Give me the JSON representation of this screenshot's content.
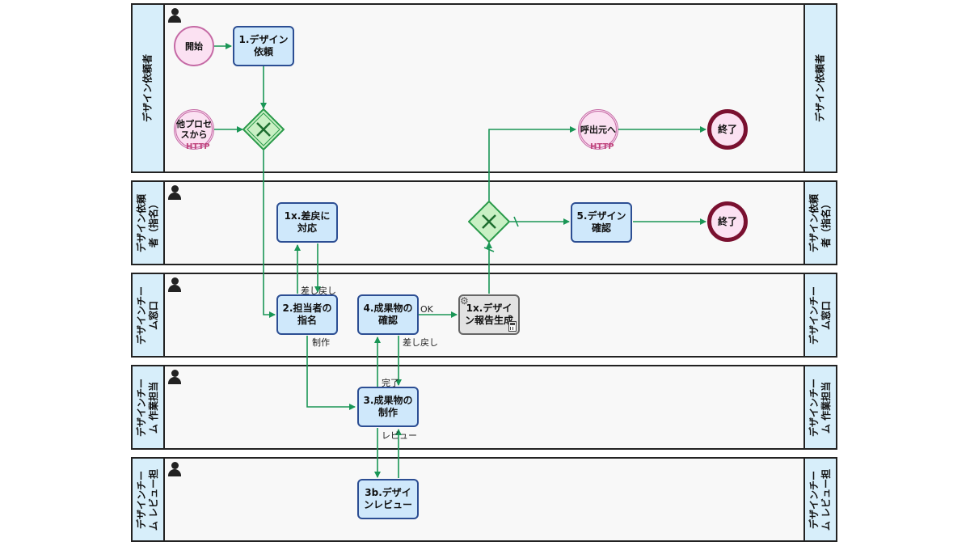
{
  "lanes": [
    {
      "name": "デザイン依頼者"
    },
    {
      "name": "デザイン依頼者（指名）"
    },
    {
      "name": "デザインチーム窓口"
    },
    {
      "name": "デザインチーム 作業担当"
    },
    {
      "name": "デザインチーム レビュー担"
    }
  ],
  "nodes": {
    "start": "開始",
    "task1": "1.デザイン依頼",
    "msg_in": "他プロセスから",
    "msg_in_tag": "HTTP",
    "msg_out": "呼出元へ",
    "msg_out_tag": "HTTP",
    "end1": "終了",
    "task1x": "1x.差戻に対応",
    "task5": "5.デザイン確認",
    "end2": "終了",
    "task2": "2.担当者の指名",
    "task4": "4.成果物の確認",
    "auto1x": "1x.デザイン報告生成",
    "task3": "3.成果物の制作",
    "task3b": "3b.デザインレビュー"
  },
  "flow_labels": {
    "sendback1": "差し戻し",
    "produce": "制作",
    "ok": "OK",
    "sendback2": "差し戻し",
    "done": "完了",
    "review": "レビュー"
  },
  "colors": {
    "lane_head": "#d7eefa",
    "task_fill": "#cfe8fb",
    "task_border": "#2c4e93",
    "flow": "#1a9656",
    "gateway_fill": "#c9f0c4",
    "event_fill": "#fbe1f2",
    "end_border": "#7a1030"
  }
}
